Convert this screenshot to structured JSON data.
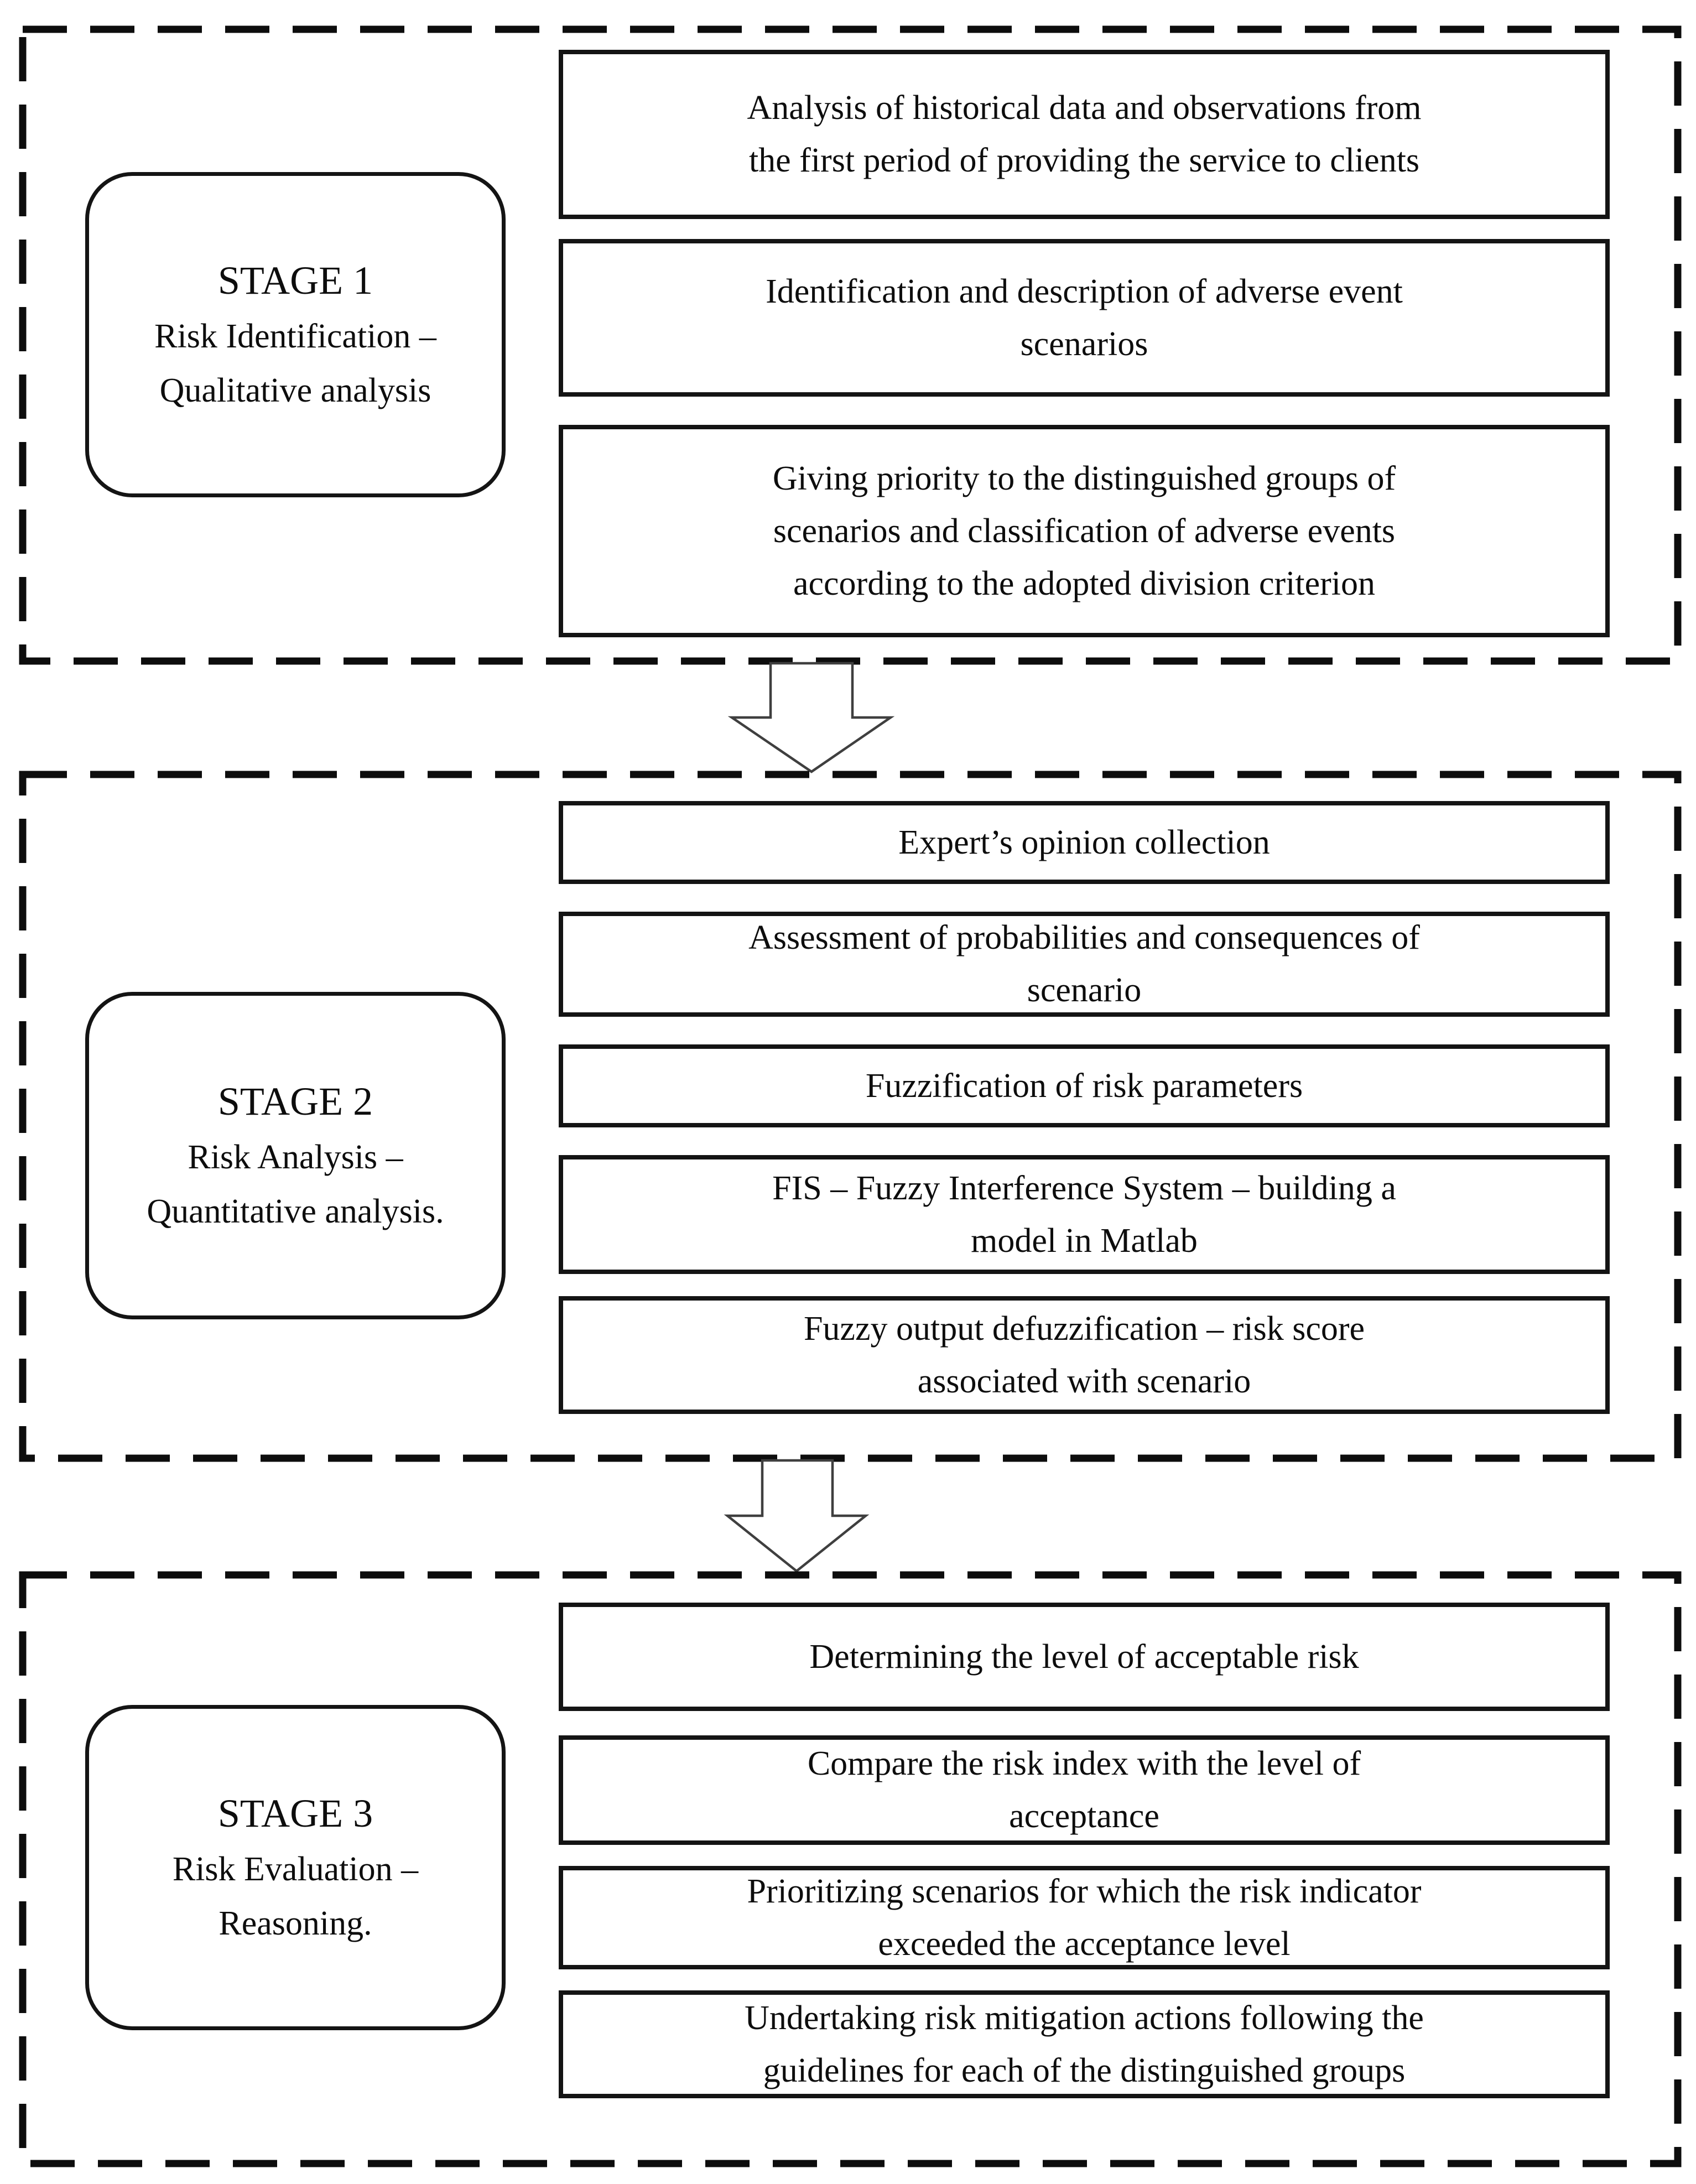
{
  "figure": {
    "type": "flowchart",
    "background": "#ffffff",
    "line_color": "#141414"
  },
  "stages": [
    {
      "title": "STAGE 1",
      "subtitle": "Risk Identification –\nQualitative analysis",
      "steps": [
        "Analysis of historical data and observations from\nthe first period of providing the service to clients",
        "Identification and description of adverse event\nscenarios",
        "Giving priority to the distinguished groups of\nscenarios and classification of adverse events\naccording to the adopted division criterion"
      ]
    },
    {
      "title": "STAGE 2",
      "subtitle": "Risk Analysis –\nQuantitative analysis.",
      "steps": [
        "Expert’s opinion collection",
        "Assessment of probabilities and consequences of\nscenario",
        "Fuzzification of risk parameters",
        "FIS – Fuzzy Interference System – building a\nmodel in Matlab",
        "Fuzzy output defuzzification – risk score\nassociated with scenario"
      ]
    },
    {
      "title": "STAGE 3",
      "subtitle": "Risk Evaluation –\nReasoning.",
      "steps": [
        "Determining the level of acceptable risk",
        "Compare the risk index with the level of\nacceptance",
        "Prioritizing scenarios for which the risk indicator\nexceeded the acceptance level",
        "Undertaking risk mitigation actions following the\nguidelines for each of the distinguished groups"
      ]
    }
  ],
  "connectors": [
    {
      "name": "arrow-down-1",
      "direction": "down"
    },
    {
      "name": "arrow-down-2",
      "direction": "down"
    }
  ]
}
